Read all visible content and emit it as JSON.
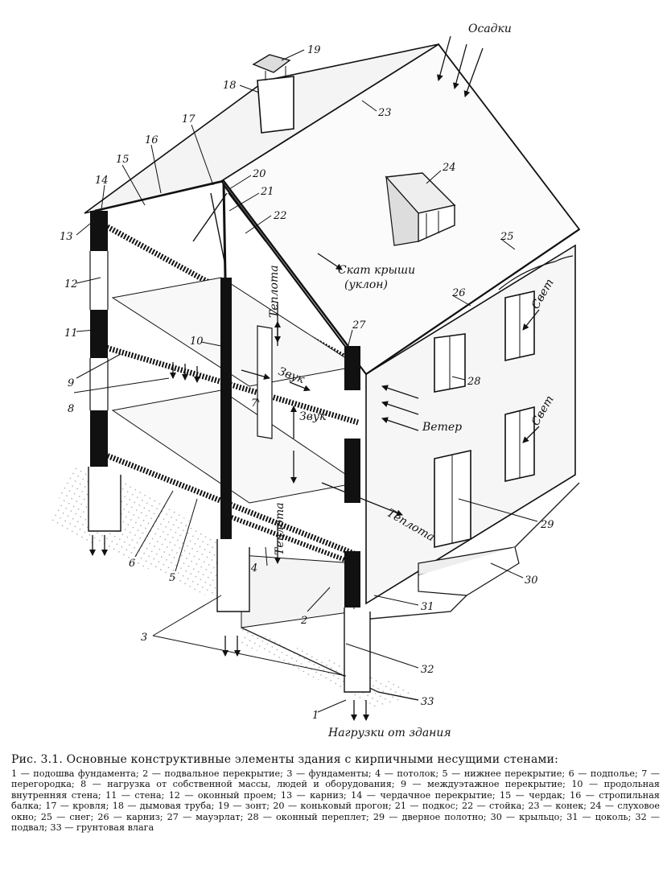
{
  "figure": {
    "annotations": {
      "precipitation": "Осадки",
      "roof_slope": "Скат крыши",
      "roof_slope_paren": "(уклон)",
      "heat_1": "Теплота",
      "heat_2": "Теплота",
      "heat_3": "Теплота",
      "sound_1": "Звук",
      "sound_2": "Звук",
      "light_1": "Свет",
      "light_2": "Свет",
      "wind": "Ветер",
      "building_loads": "Нагрузки от здания"
    },
    "numbers": {
      "n1": "1",
      "n2": "2",
      "n3": "3",
      "n4": "4",
      "n5": "5",
      "n6": "6",
      "n7": "7",
      "n8": "8",
      "n9": "9",
      "n10": "10",
      "n11": "11",
      "n12": "12",
      "n13": "13",
      "n14": "14",
      "n15": "15",
      "n16": "16",
      "n17": "17",
      "n18": "18",
      "n19": "19",
      "n20": "20",
      "n21": "21",
      "n22": "22",
      "n23": "23",
      "n24": "24",
      "n25": "25",
      "n26": "26",
      "n27": "27",
      "n28": "28",
      "n29": "29",
      "n30": "30",
      "n31": "31",
      "n32": "32",
      "n33": "33"
    }
  },
  "caption": {
    "title": "Рис. 3.1. Основные конструктивные элементы здания с кирпичными несущими стенами:",
    "legend": "1 — подошва фундамента; 2 — подвальное перекрытие; 3 — фундаменты; 4 — потолок; 5 — нижнее перекрытие; 6 — подполье; 7 — перегородка; 8 — нагрузка от собственной массы, людей и оборудования; 9 — междуэтажное перекрытие; 10 — продольная внутренняя стена; 11 — стена; 12 — оконный проем; 13 — карниз; 14 — чердачное перекрытие; 15 — чердак; 16 — стропильная балка; 17 — кровля; 18 — дымовая труба; 19 — зонт; 20 — коньковый прогон; 21 — подкос; 22 — стойка; 23 — конек; 24 — слуховое окно; 25 — снег; 26 — карниз; 27 — мауэрлат; 28 — оконный переплет; 29 — дверное полотно; 30 — крыльцо; 31 — цоколь; 32 — подвал; 33 — грунтовая влага"
  }
}
